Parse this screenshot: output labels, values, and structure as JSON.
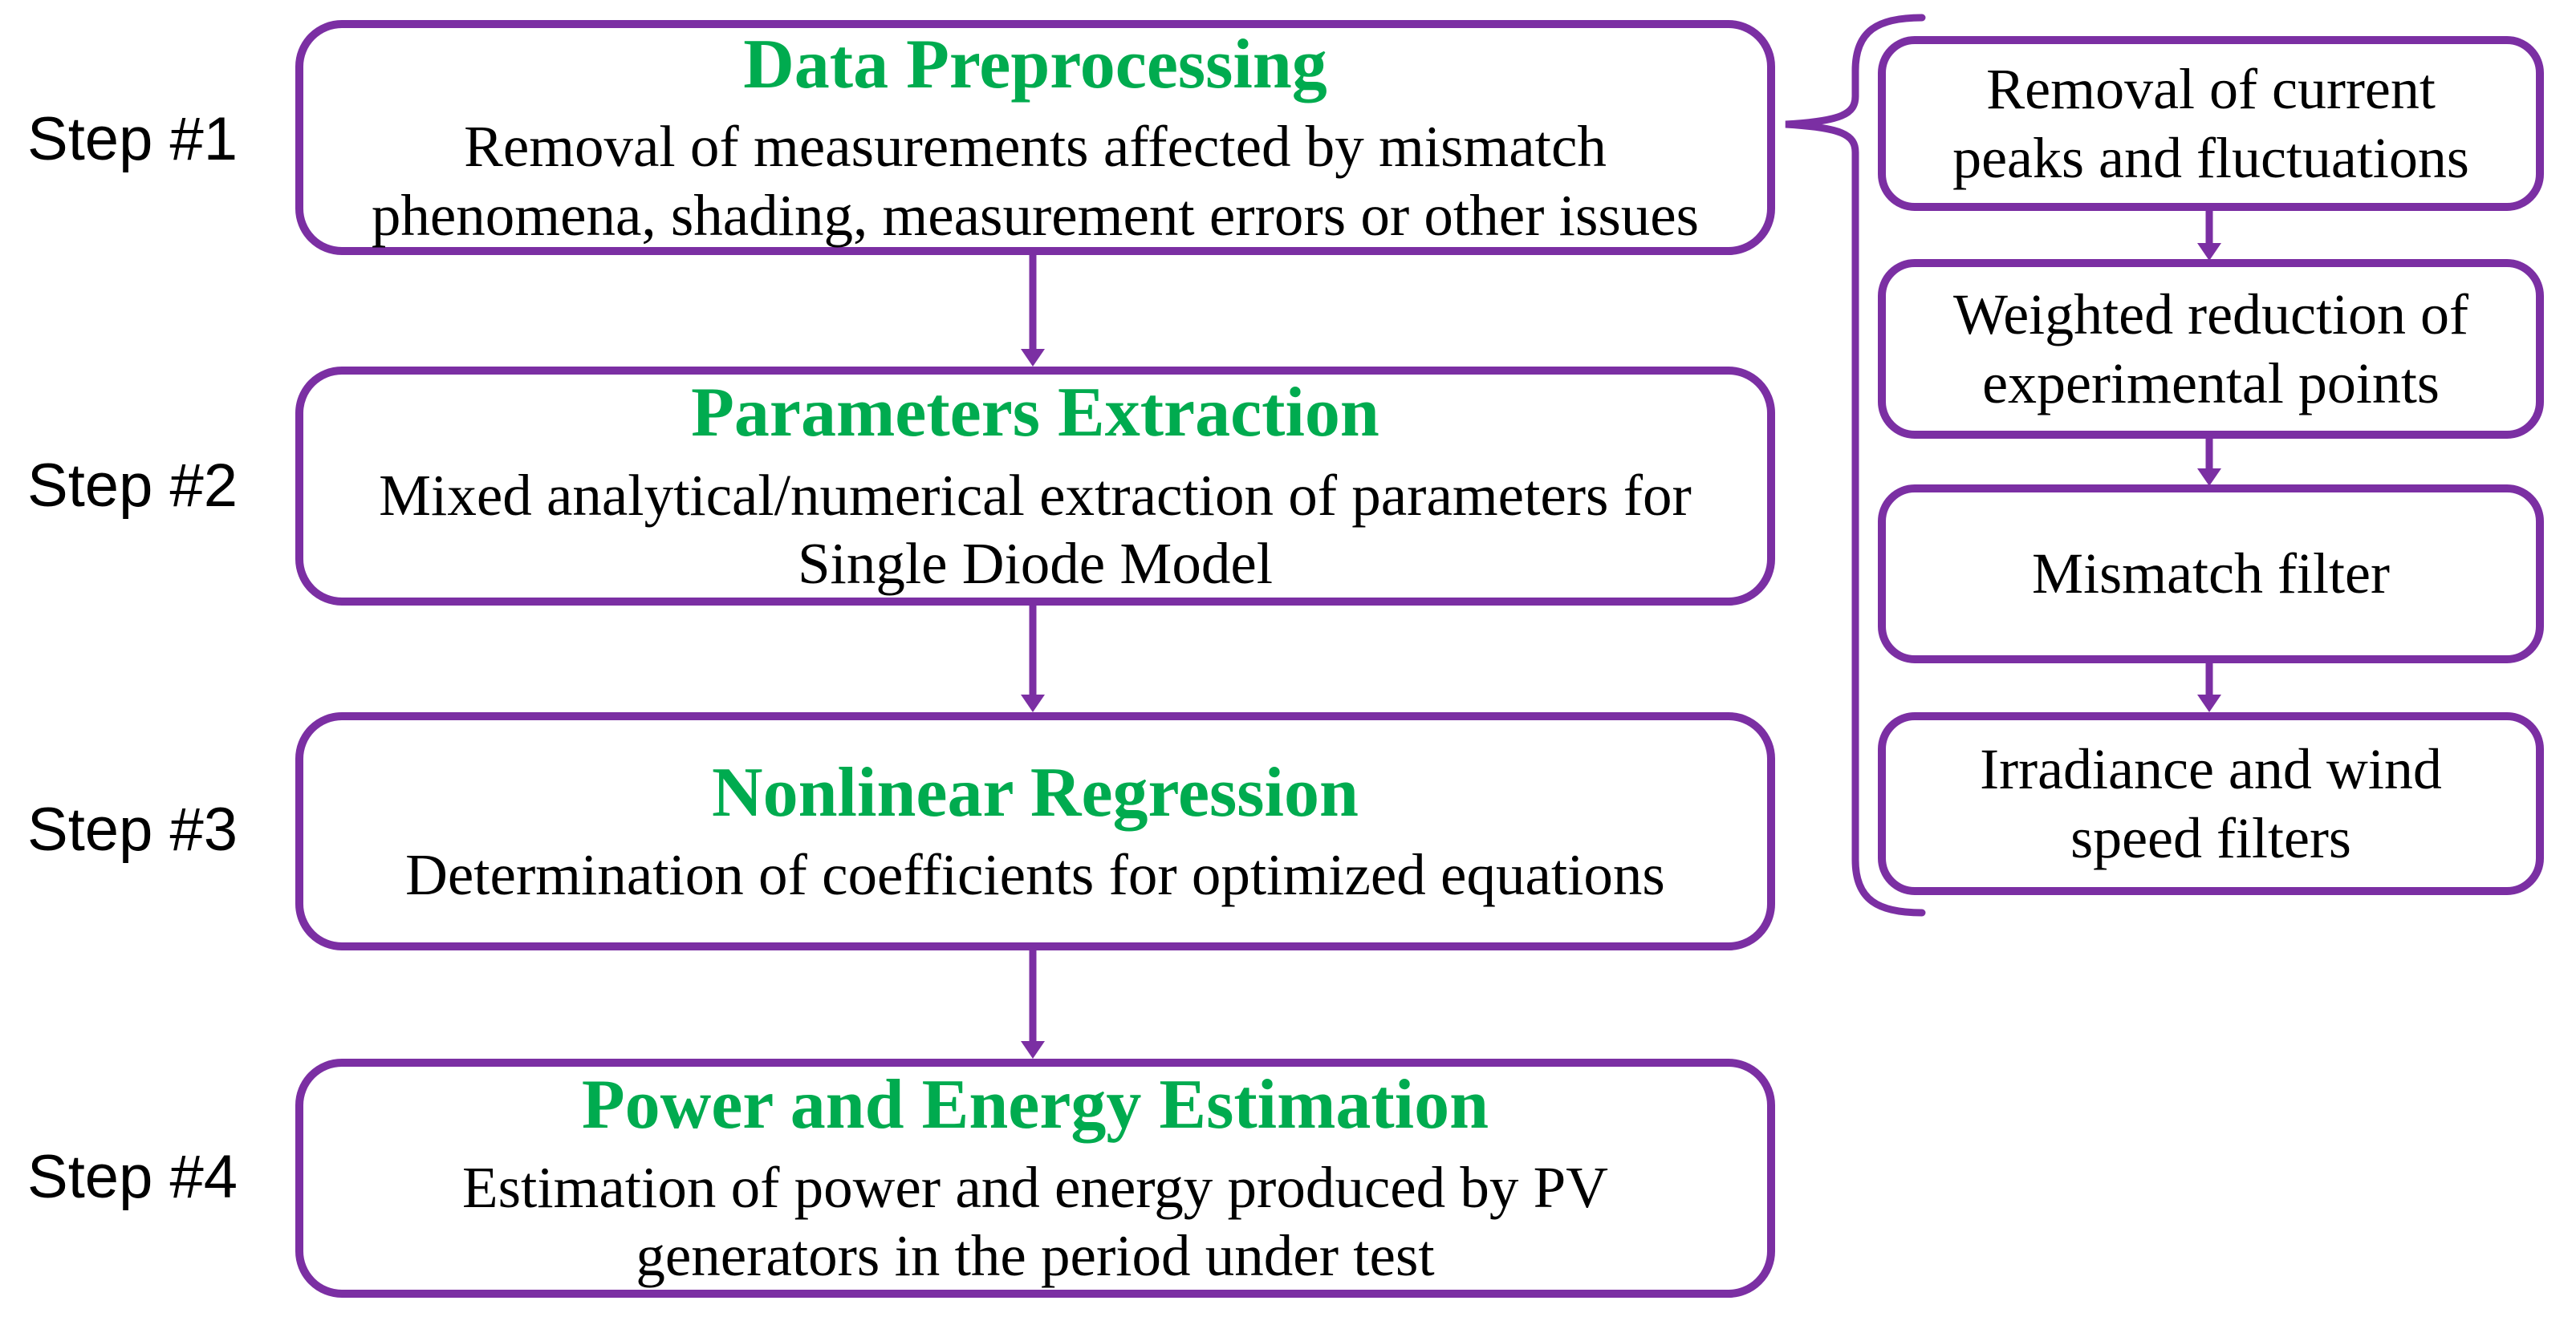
{
  "colors": {
    "outline_purple": "#7B2FA3",
    "title_green": "#00AB4F",
    "text_black": "#000000",
    "background": "#FFFFFF"
  },
  "steps": [
    {
      "label": "Step #1",
      "title": "Data Preprocessing",
      "body_lines": [
        "Removal of measurements affected by mismatch",
        "phenomena, shading, measurement errors or other issues"
      ]
    },
    {
      "label": "Step #2",
      "title": "Parameters Extraction",
      "body_lines": [
        "Mixed analytical/numerical extraction of parameters for",
        "Single Diode Model"
      ]
    },
    {
      "label": "Step #3",
      "title": "Nonlinear Regression",
      "body_lines": [
        "Determination of coefficients for optimized equations"
      ]
    },
    {
      "label": "Step #4",
      "title": "Power and Energy Estimation",
      "body_lines": [
        "Estimation of power and energy produced by PV",
        "generators in the period under test"
      ]
    }
  ],
  "substeps": [
    {
      "lines": [
        "Removal of current",
        "peaks and fluctuations"
      ]
    },
    {
      "lines": [
        "Weighted reduction of",
        "experimental points"
      ]
    },
    {
      "lines": [
        "Mismatch filter"
      ]
    },
    {
      "lines": [
        "Irradiance and wind",
        "speed filters"
      ]
    }
  ]
}
